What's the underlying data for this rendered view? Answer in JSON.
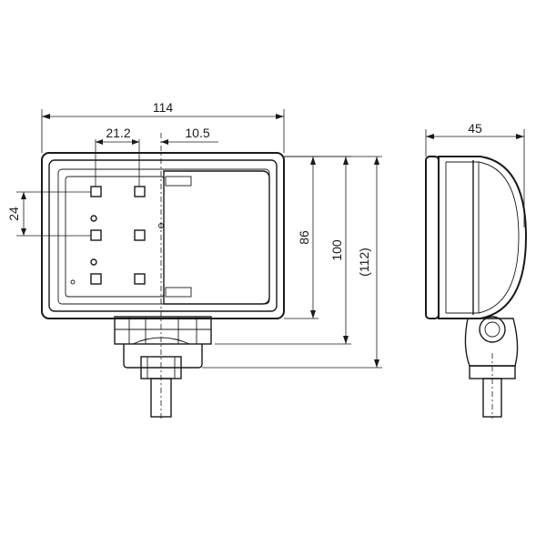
{
  "front_view": {
    "dim_width": "114",
    "dim_led_spacing": "21.2",
    "dim_center_offset": "10.5",
    "dim_row_spacing": "24",
    "dim_housing_height": "86",
    "dim_height_with_bracket": "100",
    "dim_overall_height": "(112)"
  },
  "side_view": {
    "dim_depth": "45"
  },
  "colors": {
    "line": "#1a1a1a",
    "background": "#ffffff"
  }
}
